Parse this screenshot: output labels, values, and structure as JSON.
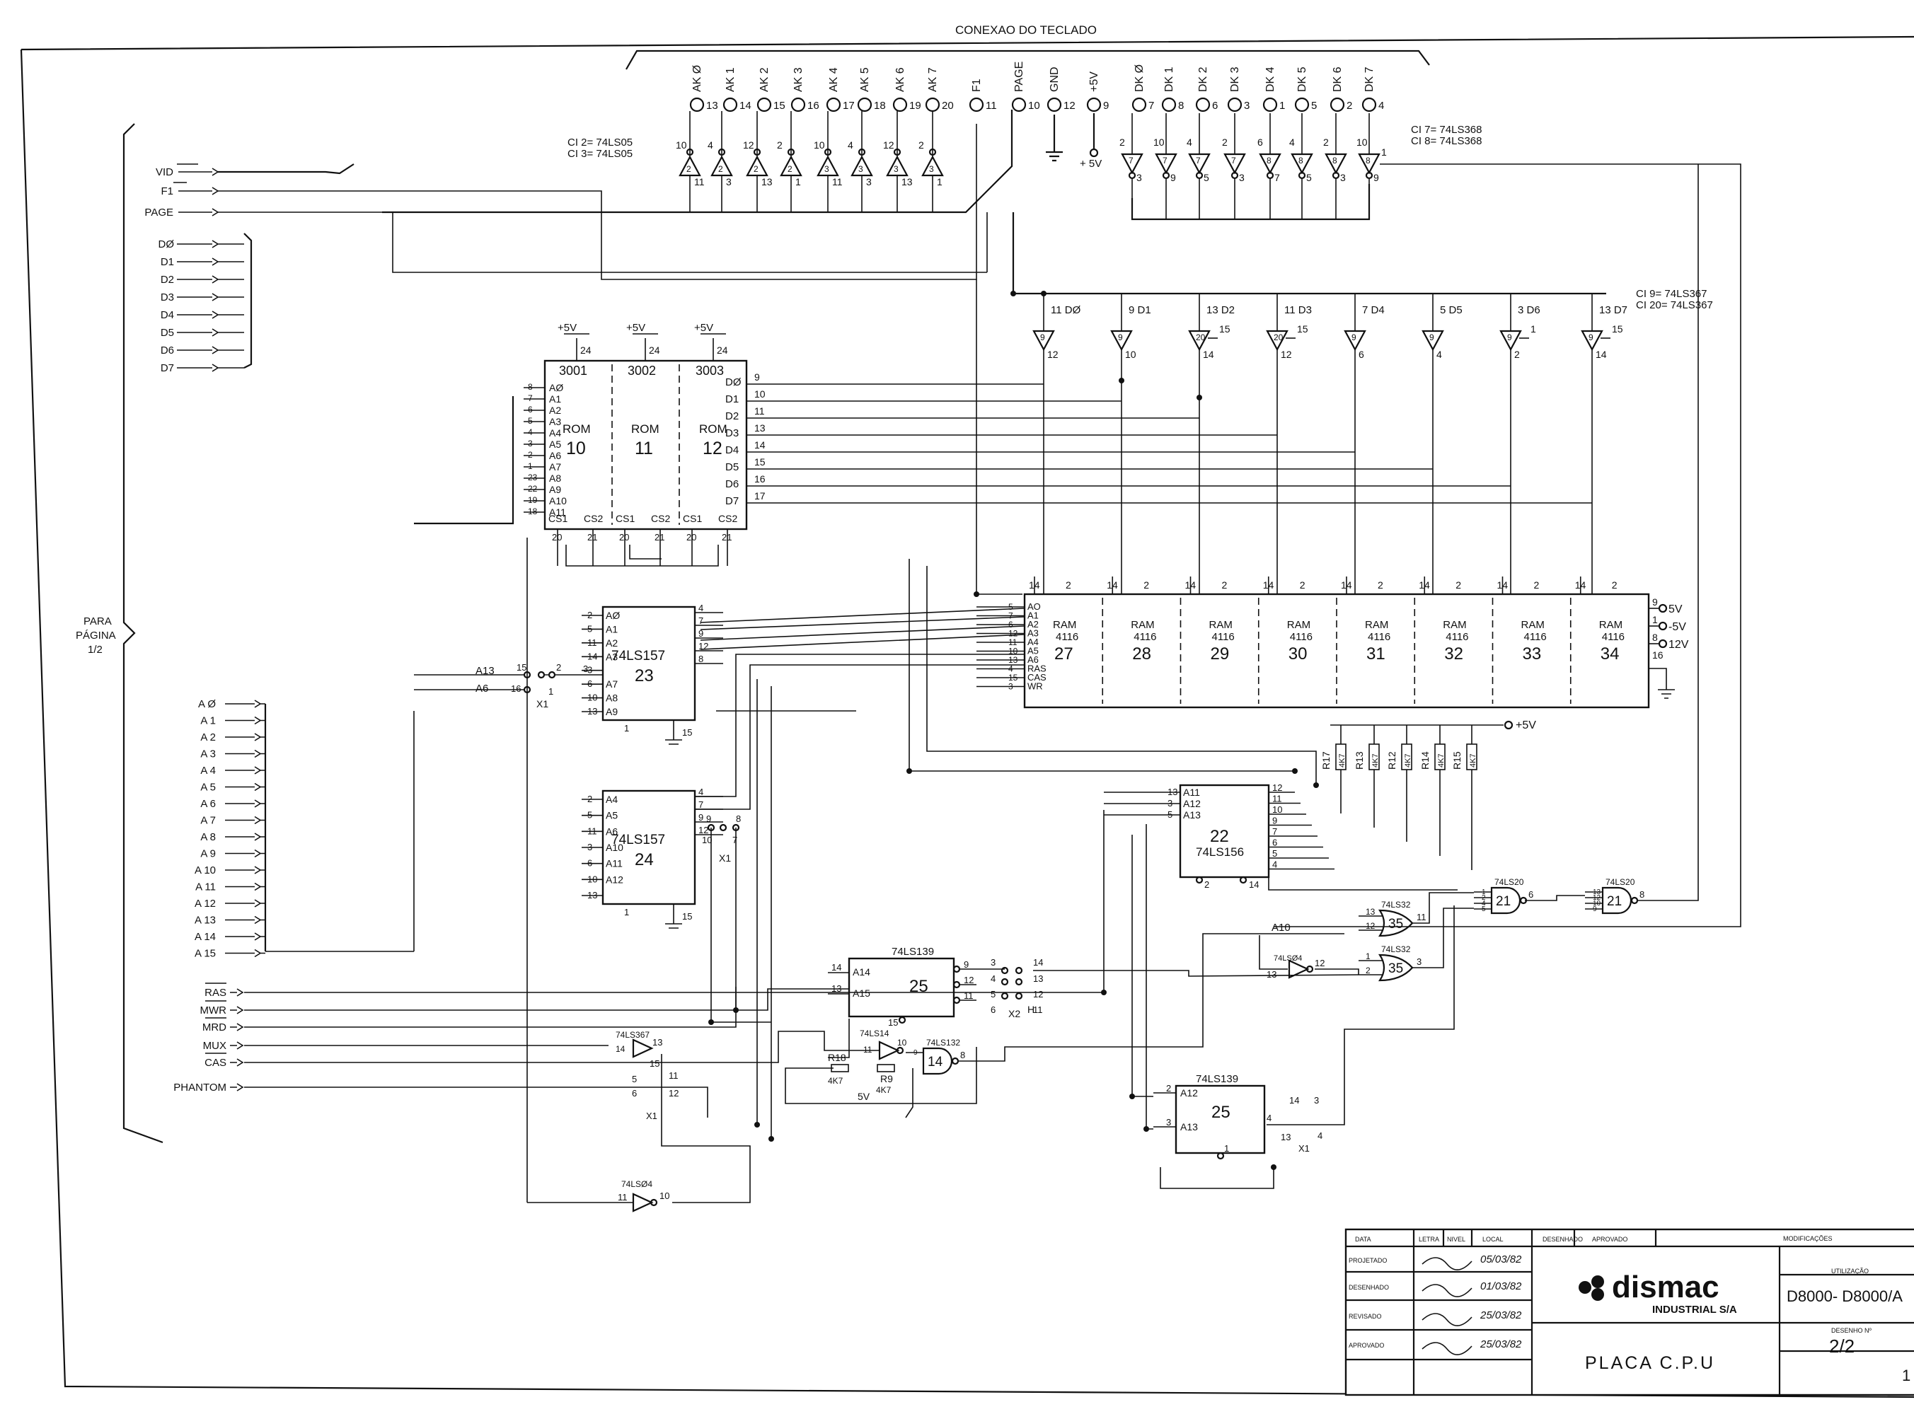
{
  "header": {
    "title": "CONEXAO DO TECLADO"
  },
  "page_ref": [
    "PARA",
    "PÁGINA",
    "1/2"
  ],
  "control_signals": [
    "VID",
    "F1",
    "PAGE"
  ],
  "data_bus": [
    "DØ",
    "D1",
    "D2",
    "D3",
    "D4",
    "D5",
    "D6",
    "D7"
  ],
  "address_bus": [
    "A Ø",
    "A 1",
    "A 2",
    "A 3",
    "A 4",
    "A 5",
    "A 6",
    "A 7",
    "A 8",
    "A 9",
    "A 10",
    "A 11",
    "A 12",
    "A 13",
    "A 14",
    "A 15"
  ],
  "bottom_signals": [
    "RAS",
    "MWR",
    "MRD",
    "MUX",
    "CAS",
    "PHANTOM"
  ],
  "keyboard_connector": [
    {
      "label": "AK Ø",
      "pin": "13"
    },
    {
      "label": "AK 1",
      "pin": "14"
    },
    {
      "label": "AK 2",
      "pin": "15"
    },
    {
      "label": "AK 3",
      "pin": "16"
    },
    {
      "label": "AK 4",
      "pin": "17"
    },
    {
      "label": "AK 5",
      "pin": "18"
    },
    {
      "label": "AK 6",
      "pin": "19"
    },
    {
      "label": "AK 7",
      "pin": "20"
    },
    {
      "label": "F1",
      "pin": "11"
    },
    {
      "label": "PAGE",
      "pin": "10"
    },
    {
      "label": "GND",
      "pin": "12"
    },
    {
      "label": "+5V",
      "pin": "9"
    },
    {
      "label": "DK Ø",
      "pin": "7"
    },
    {
      "label": "DK 1",
      "pin": "8"
    },
    {
      "label": "DK 2",
      "pin": "6"
    },
    {
      "label": "DK 3",
      "pin": "3"
    },
    {
      "label": "DK 4",
      "pin": "1"
    },
    {
      "label": "DK 5",
      "pin": "5"
    },
    {
      "label": "DK 6",
      "pin": "2"
    },
    {
      "label": "DK 7",
      "pin": "4"
    }
  ],
  "ak_buffers": [
    {
      "unit": "2",
      "in": "10",
      "out": "11"
    },
    {
      "unit": "2",
      "in": "4",
      "out": "3"
    },
    {
      "unit": "2",
      "in": "12",
      "out": "13"
    },
    {
      "unit": "2",
      "in": "2",
      "out": "1"
    },
    {
      "unit": "3",
      "in": "10",
      "out": "11"
    },
    {
      "unit": "3",
      "in": "4",
      "out": "3"
    },
    {
      "unit": "3",
      "in": "12",
      "out": "13"
    },
    {
      "unit": "3",
      "in": "2",
      "out": "1"
    }
  ],
  "dk_buffers": [
    {
      "unit": "7",
      "in": "2",
      "out": "3"
    },
    {
      "unit": "7",
      "in": "10",
      "out": "9"
    },
    {
      "unit": "7",
      "in": "4",
      "out": "5"
    },
    {
      "unit": "7",
      "in": "2",
      "out": "3"
    },
    {
      "unit": "8",
      "in": "6",
      "out": "7"
    },
    {
      "unit": "8",
      "in": "4",
      "out": "5"
    },
    {
      "unit": "8",
      "in": "2",
      "out": "3"
    },
    {
      "unit": "8",
      "in": "10",
      "out": "9"
    }
  ],
  "notes": {
    "ci23": [
      "CI 2= 74LS05",
      "CI 3= 74LS05"
    ],
    "ci78": [
      "CI 7= 74LS368",
      "CI 8= 74LS368"
    ],
    "ci1920": [
      "CI 9= 74LS367",
      "CI 20= 74LS367"
    ],
    "plus5v": "+5V",
    "plus5v_gnd": "+ 5V"
  },
  "bus_buffers": [
    {
      "label": "11 DØ",
      "unit": "9",
      "out": "12",
      "en": ""
    },
    {
      "label": "9 D1",
      "unit": "9",
      "out": "10",
      "en": ""
    },
    {
      "label": "13 D2",
      "unit": "20",
      "out": "14",
      "en": "15"
    },
    {
      "label": "11 D3",
      "unit": "20",
      "out": "12",
      "en": "15"
    },
    {
      "label": "7 D4",
      "unit": "9",
      "out": "6",
      "en": ""
    },
    {
      "label": "5 D5",
      "unit": "9",
      "out": "4",
      "en": ""
    },
    {
      "label": "3 D6",
      "unit": "9",
      "out": "2",
      "en": "1"
    },
    {
      "label": "13 D7",
      "unit": "9",
      "out": "14",
      "en": "15"
    }
  ],
  "rom": {
    "ids": [
      "3001",
      "3002",
      "3003"
    ],
    "labels": [
      "ROM",
      "ROM",
      "ROM"
    ],
    "numbers": [
      "10",
      "11",
      "12"
    ],
    "power": "+5V",
    "power_pin": "24",
    "addr_pins": [
      "8",
      "7",
      "6",
      "5",
      "4",
      "3",
      "2",
      "1",
      "23",
      "22",
      "19",
      "18"
    ],
    "addr_names": [
      "AØ",
      "A1",
      "A2",
      "A3",
      "A4",
      "A5",
      "A6",
      "A7",
      "A8",
      "A9",
      "A10",
      "A11"
    ],
    "data_names": [
      "DØ",
      "D1",
      "D2",
      "D3",
      "D4",
      "D5",
      "D6",
      "D7"
    ],
    "data_pins": [
      "9",
      "10",
      "11",
      "13",
      "14",
      "15",
      "16",
      "17"
    ],
    "cs": [
      "CS1",
      "CS2",
      "CS1",
      "CS2",
      "CS1",
      "CS2"
    ],
    "cs_pins": [
      "20",
      "21",
      "20",
      "21",
      "20",
      "21"
    ]
  },
  "ram": {
    "type": [
      "RAM",
      "4116"
    ],
    "numbers": [
      "27",
      "28",
      "29",
      "30",
      "31",
      "32",
      "33",
      "34"
    ],
    "top_pins": [
      "14",
      "2"
    ],
    "left_pins": [
      "5",
      "7",
      "6",
      "12",
      "11",
      "10",
      "13",
      "4",
      "15",
      "3"
    ],
    "left_names": [
      "AO",
      "A1",
      "A2",
      "A3",
      "A4",
      "A5",
      "A6",
      "RAS",
      "CAS",
      "WR"
    ],
    "right": [
      {
        "pin": "9",
        "label": "5V"
      },
      {
        "pin": "1",
        "label": "-5V"
      },
      {
        "pin": "8",
        "label": "12V"
      },
      {
        "pin": "16",
        "label": ""
      }
    ]
  },
  "mux23": {
    "part": "74LS157",
    "num": "23",
    "left_pins": [
      "2",
      "5",
      "11",
      "14",
      "3",
      "6",
      "10",
      "13"
    ],
    "left_names": [
      "AØ",
      "A1",
      "A2",
      "A3",
      "",
      "A7",
      "A8",
      "A9"
    ],
    "right_pins": [
      "4",
      "7",
      "9",
      "12",
      "8"
    ],
    "bottom_pins": [
      "1",
      "15"
    ],
    "jumper": [
      "A13",
      "15",
      "2",
      "A6",
      "16",
      "1",
      "X1",
      "3"
    ]
  },
  "mux24": {
    "part": "74LS157",
    "num": "24",
    "left_pins": [
      "2",
      "5",
      "11",
      "3",
      "6",
      "10",
      "13"
    ],
    "left_names": [
      "A4",
      "A5",
      "A6",
      "A10",
      "A11",
      "A12",
      ""
    ],
    "right_pins": [
      "4",
      "7",
      "9",
      "12"
    ],
    "bottom_pins": [
      "1",
      "15"
    ],
    "jumper": [
      "9",
      "8",
      "10",
      "7",
      "X1"
    ]
  },
  "dec22": {
    "part": "74LS156",
    "num": "22",
    "left_pins": [
      "13",
      "3",
      "5"
    ],
    "left_names": [
      "A11",
      "A12",
      "A13"
    ],
    "right_pins": [
      "12",
      "11",
      "10",
      "9",
      "7",
      "6",
      "5",
      "4"
    ],
    "bottom_pins": [
      "2",
      "14"
    ]
  },
  "resistors": [
    "R17",
    "R13",
    "R12",
    "R14",
    "R15"
  ],
  "resistor_values": [
    "4K7",
    "4K7",
    "4K7",
    "4K7",
    "4K7"
  ],
  "res_supply": "+5V",
  "gates": {
    "g21a": {
      "part": "74LS20",
      "num": "21",
      "in": [
        "1",
        "2",
        "4",
        "5"
      ],
      "out": "6"
    },
    "g21b": {
      "part": "74LS20",
      "num": "21",
      "in": [
        "13",
        "12",
        "10",
        "9"
      ],
      "out": "8"
    },
    "g35a": {
      "part": "74LS32",
      "num": "35",
      "in": [
        "13",
        "12"
      ],
      "out": "11"
    },
    "g35b": {
      "part": "74LS32",
      "num": "35",
      "in": [
        "1",
        "2"
      ],
      "out": "3"
    },
    "inv04a": {
      "part": "74LSØ4",
      "in": "13",
      "out": "12",
      "label": "A10"
    },
    "dec25a": {
      "part": "74LS139",
      "num": "25",
      "in": [
        "14",
        "13"
      ],
      "in_names": [
        "A14",
        "A15"
      ],
      "en": "15",
      "out": [
        "9",
        "12",
        "11"
      ]
    },
    "dec25b": {
      "part": "74LS139",
      "num": "25",
      "in": [
        "2",
        "3"
      ],
      "in_names": [
        "A12",
        "A13"
      ],
      "en": "1",
      "out": "4"
    },
    "inv14": {
      "part": "74LS14",
      "in": "11",
      "out": "10"
    },
    "or14": {
      "part": "74LS132",
      "num": "14",
      "in": "9",
      "out": "8"
    },
    "buf367": {
      "part": "74LS367",
      "in": "14",
      "out": "13",
      "en": "15"
    },
    "inv04b": {
      "part": "74LSØ4",
      "in": "11",
      "out": "10"
    }
  },
  "misc": {
    "r18": "R18",
    "r18v": "4K7",
    "r9": "R9",
    "r9v": "4K7",
    "v5": "5V",
    "x2": "X2",
    "h": "H",
    "x2pins": [
      "3",
      "14",
      "4",
      "13",
      "5",
      "12",
      "6",
      "11"
    ],
    "x1c": [
      "5",
      "6",
      "11",
      "12",
      "X1"
    ],
    "x1d": [
      "14",
      "3",
      "13",
      "4",
      "X1"
    ]
  },
  "title_block": {
    "headers": [
      "DATA",
      "LETRA",
      "NIVEL",
      "LOCAL",
      "DESENHADO",
      "APROVADO",
      "MODIFICAÇÕES"
    ],
    "rows": [
      "PROJETADO",
      "DESENHADO",
      "REVISADO",
      "APROVADO"
    ],
    "dates": [
      "05/03/82",
      "01/03/82",
      "25/03/82",
      "25/03/82"
    ],
    "company": "dismac",
    "company_sub": "INDUSTRIAL S/A",
    "title": "PLACA C.P.U",
    "util_label": "UTILIZAÇÃO",
    "models": "D8000- D8000/A",
    "drawing_label": "DESENHO Nº",
    "sheet": "2/2",
    "corner": "1"
  }
}
